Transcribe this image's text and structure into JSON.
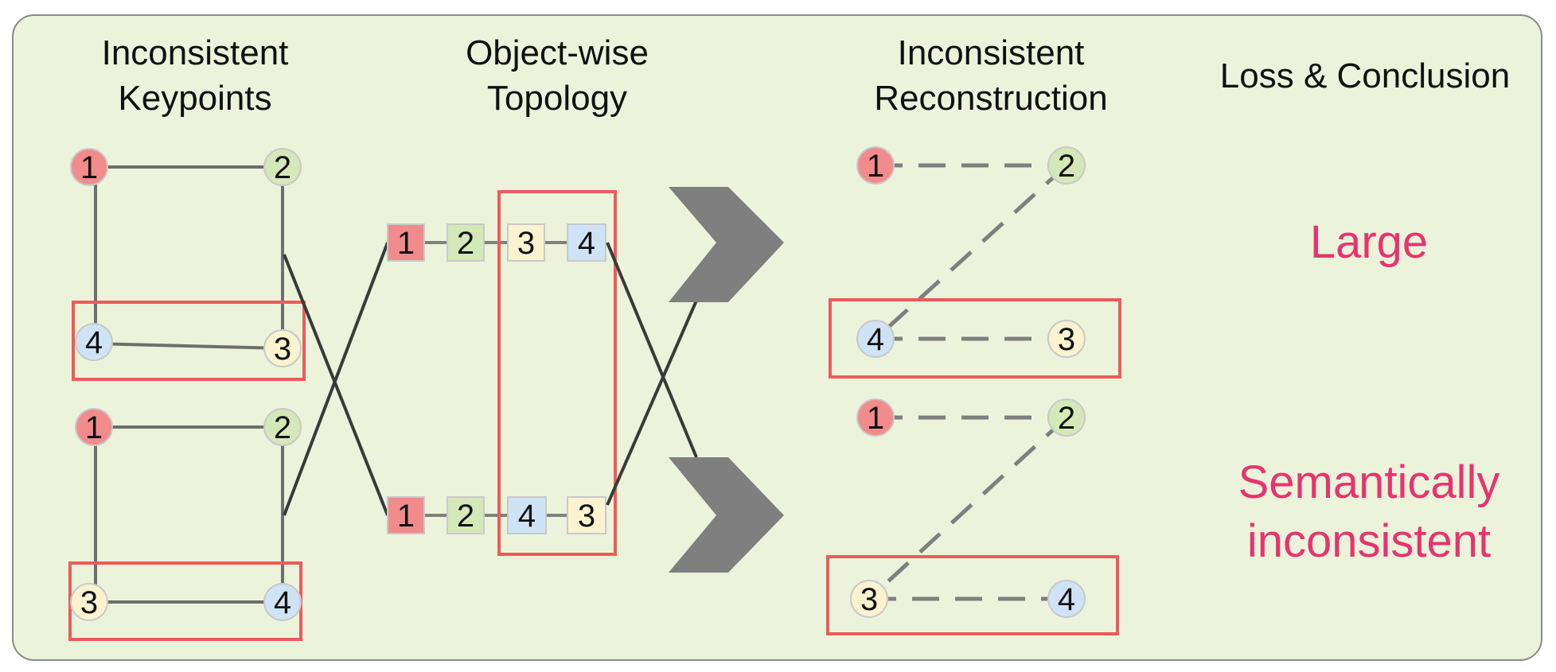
{
  "headers": {
    "col1_line1": "Inconsistent",
    "col1_line2": "Keypoints",
    "col2_line1": "Object-wise",
    "col2_line2": "Topology",
    "col3_line1": "Inconsistent",
    "col3_line2": "Reconstruction",
    "col4": "Loss & Conclusion"
  },
  "outcomes": {
    "top": "Large",
    "bottom_line1": "Semantically",
    "bottom_line2": "inconsistent"
  },
  "keypoints_top": [
    "1",
    "2",
    "3",
    "4"
  ],
  "keypoints_bottom": [
    "1",
    "2",
    "3",
    "4"
  ],
  "topology_top": [
    "1",
    "2",
    "3",
    "4"
  ],
  "topology_bottom": [
    "1",
    "2",
    "4",
    "3"
  ],
  "recon_top": [
    "1",
    "2",
    "4",
    "3"
  ],
  "recon_bottom": [
    "1",
    "2",
    "3",
    "4"
  ],
  "colors": {
    "node_1": "#f28b8b",
    "node_2": "#d5e8b8",
    "node_3": "#fbf3d0",
    "node_4": "#cfe3f6",
    "highlight_box": "#ee5a5a",
    "outcome_text": "#e8336e",
    "panel_bg": "#ebf4db",
    "arrow": "#7f7f7f"
  }
}
